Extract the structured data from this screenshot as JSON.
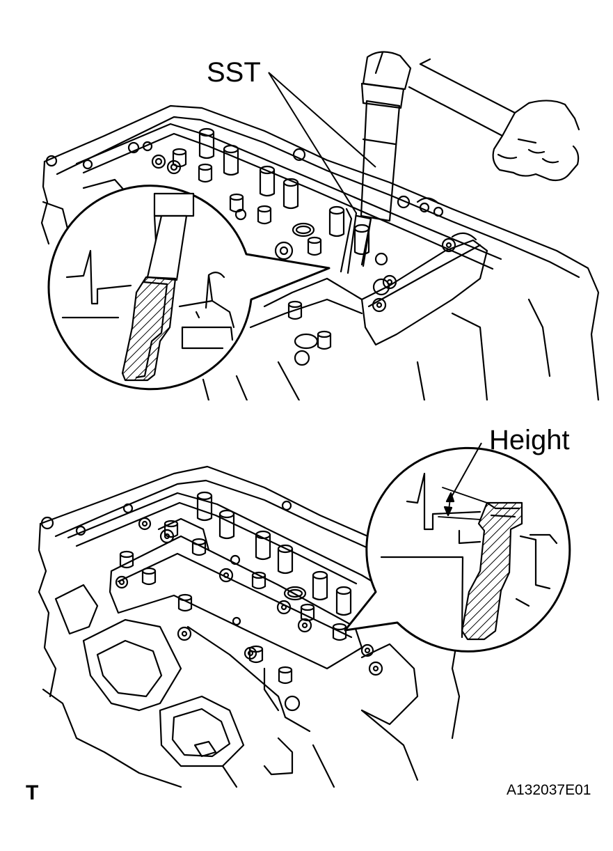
{
  "labels": {
    "sst": "SST",
    "height": "Height",
    "corner_mark": "T",
    "figure_ref": "A132037E01"
  },
  "colors": {
    "ink": "#000000",
    "paper": "#ffffff"
  }
}
